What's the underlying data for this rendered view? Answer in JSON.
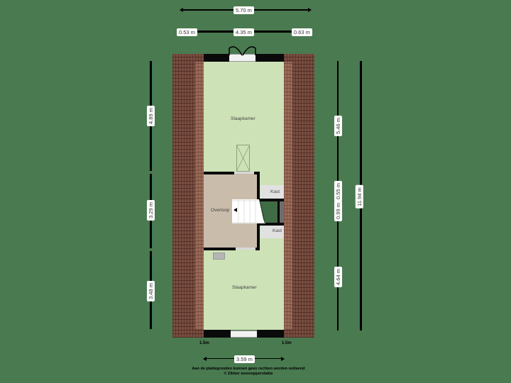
{
  "plan": {
    "colors": {
      "background": "#4a7a50",
      "room": "#cde2b6",
      "landing": "#c9bcab",
      "roof": "#7a4d40",
      "wall": "#0a0a0a",
      "closet": "#e1e1e1"
    },
    "rooms": {
      "top_bedroom": "Slaapkamer",
      "landing": "Overloop",
      "bottom_bedroom": "Slaapkamer",
      "closet_top": "Kast",
      "closet_bottom": "Kast"
    },
    "dimensions": {
      "total_width": "5.70 m",
      "top_left": "0.53 m",
      "top_middle": "4.35 m",
      "top_right": "0.63 m",
      "left_top": "4.89 m",
      "left_middle": "3.29 m",
      "left_bottom": "3.48 m",
      "right_top": "5.46 m",
      "right_mid_a": "0.55 m",
      "right_mid_b": "0.99 m",
      "right_bottom": "4.64 m",
      "total_length": "11.94 m",
      "bottom_width": "3.59 m",
      "height_left": "1.5m",
      "height_right": "1.5m"
    },
    "footer": {
      "line1": "Aan de plattegronden kunnen geen rechten worden ontleend",
      "line2": "© Zibber woonoppervlakte"
    }
  }
}
